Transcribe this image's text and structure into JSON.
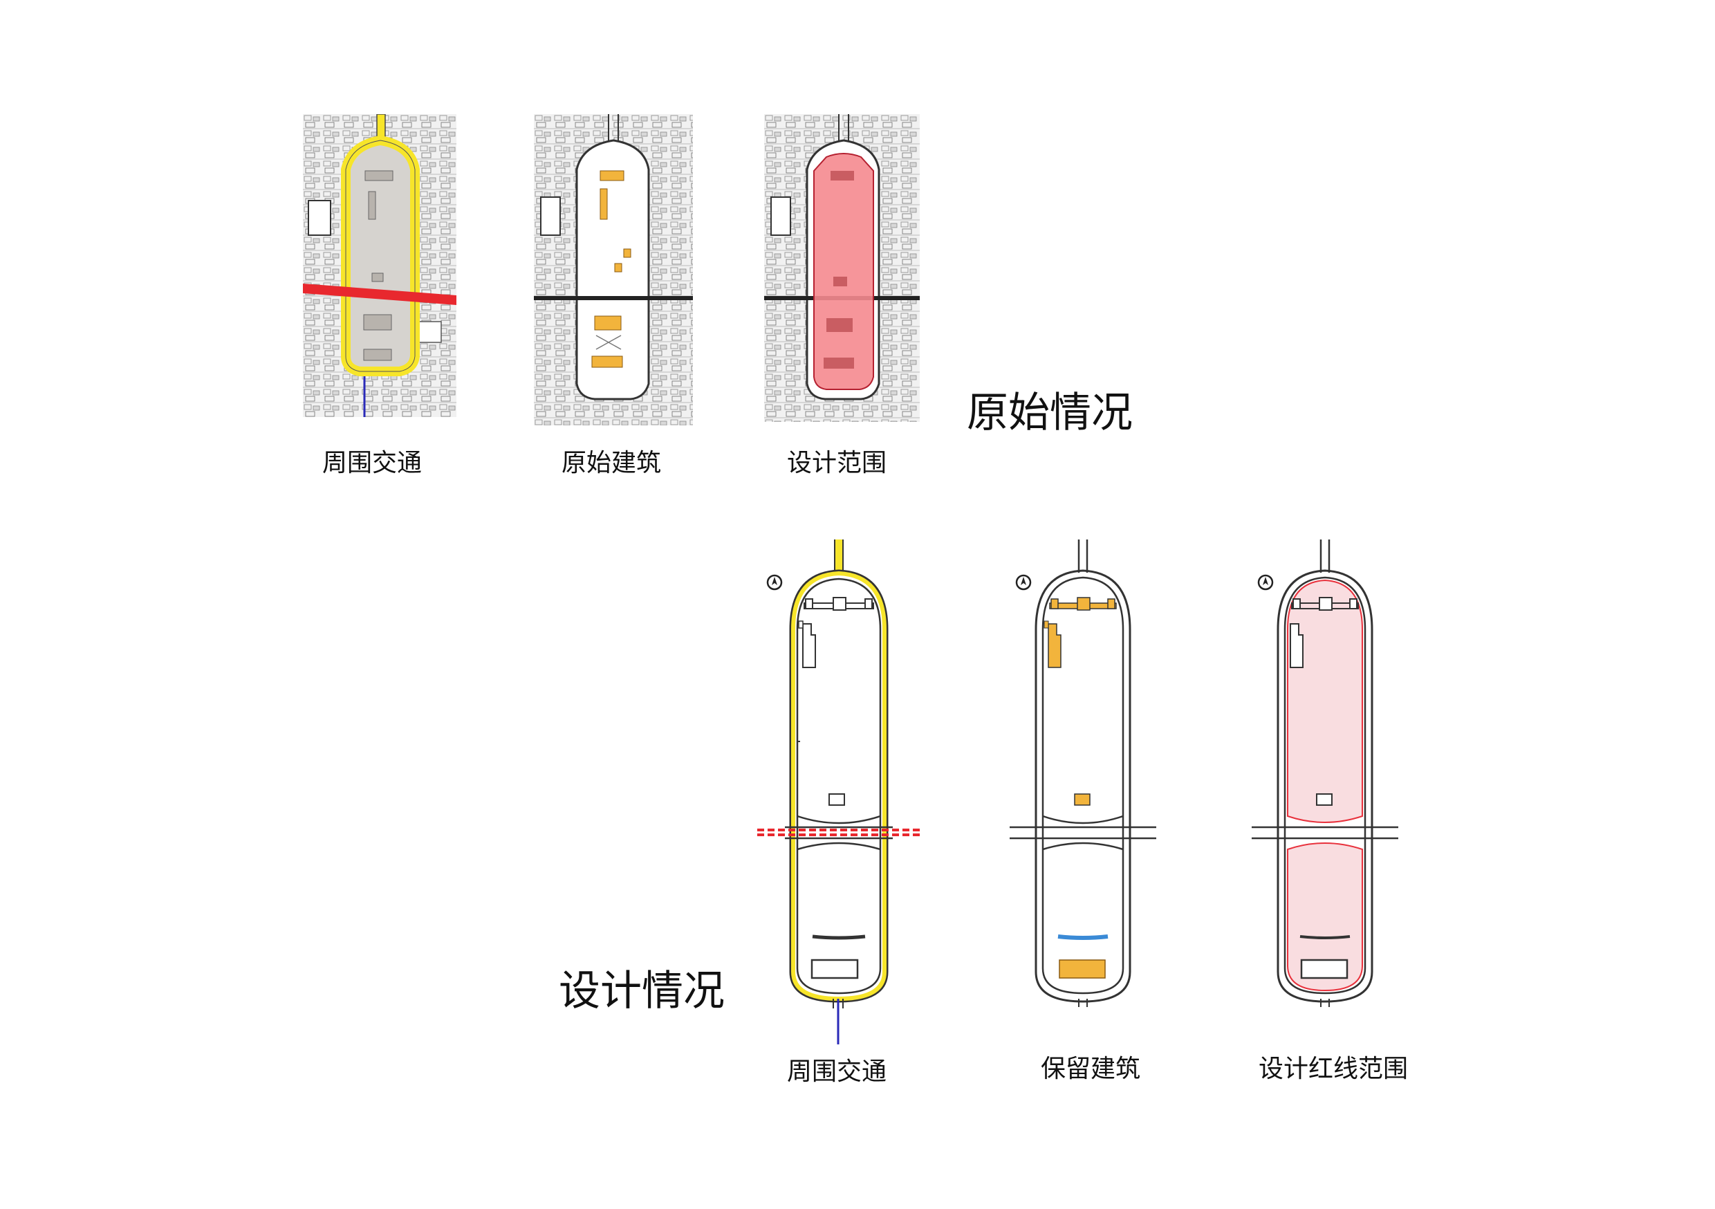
{
  "sections": {
    "original_title": "原始情况",
    "design_title": "设计情况"
  },
  "original_panels": [
    {
      "caption": "周围交通"
    },
    {
      "caption": "原始建筑"
    },
    {
      "caption": "设计范围"
    }
  ],
  "design_panels": [
    {
      "caption": "周围交通"
    },
    {
      "caption": "保留建筑"
    },
    {
      "caption": "设计红线范围"
    }
  ],
  "colors": {
    "traffic_yellow": "#f7e52a",
    "main_road_red": "#e8282e",
    "building_orange": "#f2b43c",
    "design_red_fill": "#f58a8f",
    "boundary_pink": "#f9dde0",
    "boundary_line": "#e8313c",
    "path_blue": "#2a2ab8",
    "walk_blue": "#3a8ad6"
  }
}
